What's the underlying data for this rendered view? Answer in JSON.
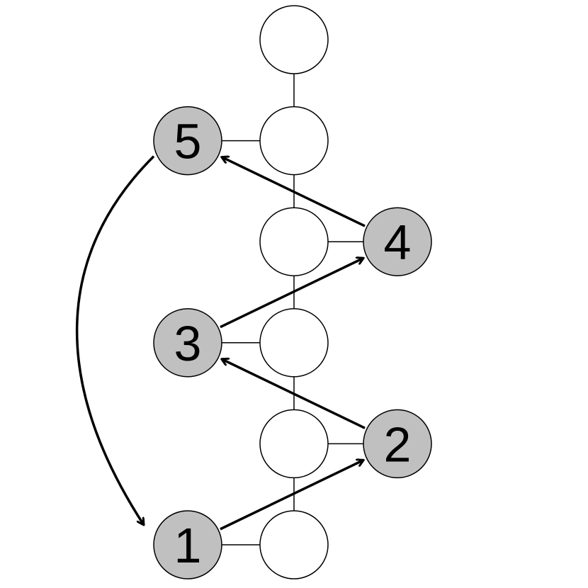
{
  "diagram": {
    "colors": {
      "background": "#ffffff",
      "spine_fill": "#ffffff",
      "numbered_fill": "#c0c0c0",
      "stroke": "#000000",
      "text": "#000000"
    },
    "spine_node_count": 6,
    "numbered_nodes": [
      {
        "label": "1",
        "attached_to_spine": 6
      },
      {
        "label": "2",
        "attached_to_spine": 5
      },
      {
        "label": "3",
        "attached_to_spine": 4
      },
      {
        "label": "4",
        "attached_to_spine": 3
      },
      {
        "label": "5",
        "attached_to_spine": 2
      }
    ],
    "arrows": [
      {
        "from": "1",
        "to": "2",
        "curved": false
      },
      {
        "from": "2",
        "to": "3",
        "curved": false
      },
      {
        "from": "3",
        "to": "4",
        "curved": false
      },
      {
        "from": "4",
        "to": "5",
        "curved": false
      },
      {
        "from": "5",
        "to": "1",
        "curved": true
      }
    ]
  }
}
